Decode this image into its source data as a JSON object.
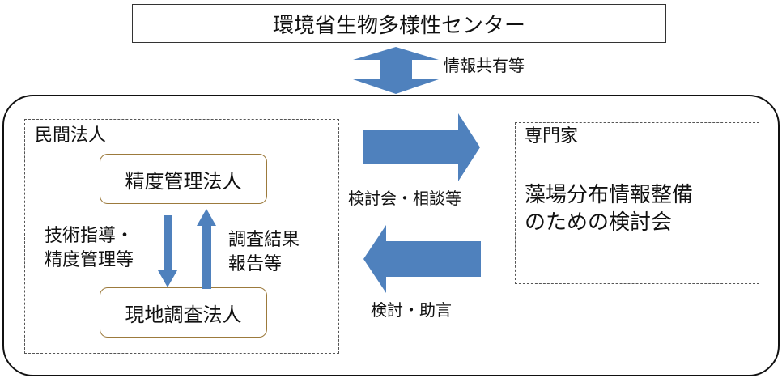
{
  "center": {
    "title": "環境省生物多様性センター"
  },
  "exchange_label": "情報共有等",
  "private_group": {
    "label": "民間法人",
    "top_node": "精度管理法人",
    "bottom_node": "現地調査法人",
    "down_label_line1": "技術指導・",
    "down_label_line2": "精度管理等",
    "up_label_line1": "調査結果",
    "up_label_line2": "報告等"
  },
  "expert_group": {
    "label": "専門家",
    "body_line1": "藻場分布情報整備",
    "body_line2": "のための検討会"
  },
  "right_arrow_label": "検討会・相談等",
  "left_arrow_label": "検討・助言",
  "colors": {
    "arrow_fill": "#4f81bd",
    "node_border": "#9c7a3c",
    "frame": "#111111"
  }
}
